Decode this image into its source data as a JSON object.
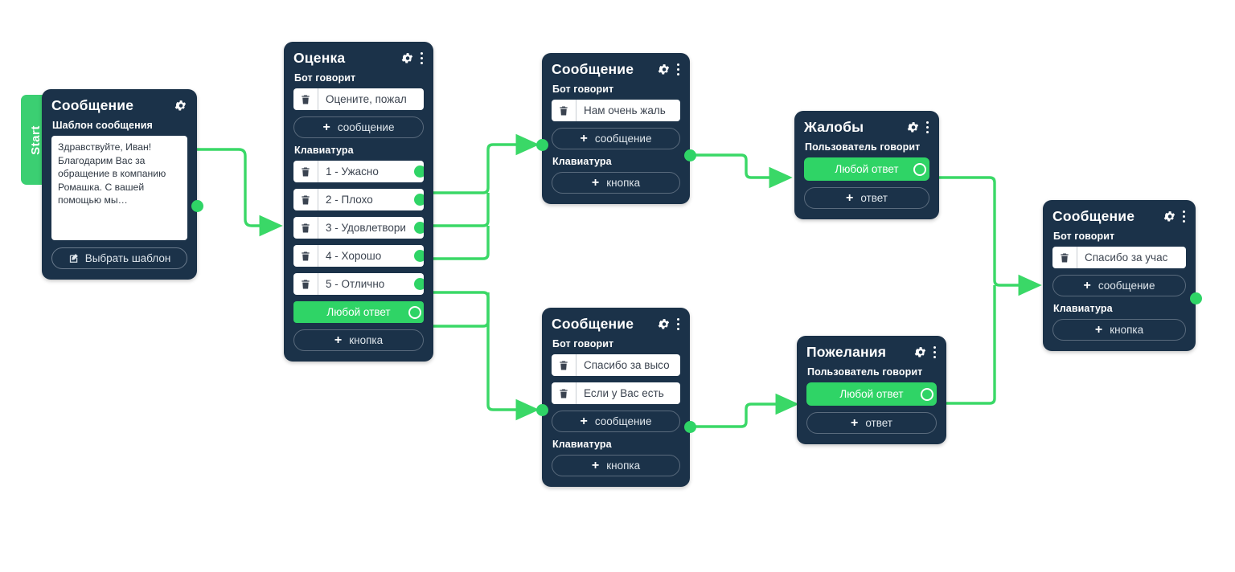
{
  "theme": {
    "canvas_bg": "#ffffff",
    "node_bg": "#1b3249",
    "accent_green": "#2fd466",
    "start_green": "#3bcf72",
    "wire_green": "#3ad867",
    "field_bg": "#ffffff",
    "field_text": "#3c4450",
    "title_text": "#ffffff"
  },
  "start_tab": {
    "label": "Start"
  },
  "icons": {
    "gear": "gear-icon",
    "kebab": "more-vertical-icon",
    "trash": "trash-icon",
    "plus": "plus-icon",
    "edit": "edit-square-icon"
  },
  "nodes": [
    {
      "id": "start-message",
      "title": "Сообщение",
      "section_label": "Шаблон сообщения",
      "template_text": "Здравствуйте, Иван! Благодарим Вас за обращение в компанию Ромашка. С вашей помощью мы…",
      "template_button": "Выбрать шаблон",
      "has_kebab": false
    },
    {
      "id": "ocenka",
      "title": "Оценка",
      "bot_label": "Бот говорит",
      "messages": [
        "Оцените, пожал"
      ],
      "add_message": "сообщение",
      "keyboard_label": "Клавиатура",
      "buttons": [
        "1 - Ужасно",
        "2 - Плохо",
        "3 - Удовлетвори",
        "4 - Хорошо",
        "5 - Отлично"
      ],
      "any_answer": "Любой ответ",
      "add_button": "кнопка",
      "has_kebab": true
    },
    {
      "id": "sorry-message",
      "title": "Сообщение",
      "bot_label": "Бот говорит",
      "messages": [
        "Нам очень жаль"
      ],
      "add_message": "сообщение",
      "keyboard_label": "Клавиатура",
      "add_button": "кнопка",
      "has_kebab": true
    },
    {
      "id": "zhaloby",
      "title": "Жалобы",
      "user_label": "Пользователь говорит",
      "any_answer": "Любой ответ",
      "add_answer": "ответ",
      "has_kebab": true
    },
    {
      "id": "thanks-message",
      "title": "Сообщение",
      "bot_label": "Бот говорит",
      "messages": [
        "Спасибо за высо",
        "Если у Вас есть"
      ],
      "add_message": "сообщение",
      "keyboard_label": "Клавиатура",
      "add_button": "кнопка",
      "has_kebab": true
    },
    {
      "id": "pozhelaniya",
      "title": "Пожелания",
      "user_label": "Пользователь говорит",
      "any_answer": "Любой ответ",
      "add_answer": "ответ",
      "has_kebab": true
    },
    {
      "id": "final-message",
      "title": "Сообщение",
      "bot_label": "Бот говорит",
      "messages": [
        "Спасибо за учас"
      ],
      "add_message": "сообщение",
      "keyboard_label": "Клавиатура",
      "add_button": "кнопка",
      "has_kebab": true
    }
  ]
}
